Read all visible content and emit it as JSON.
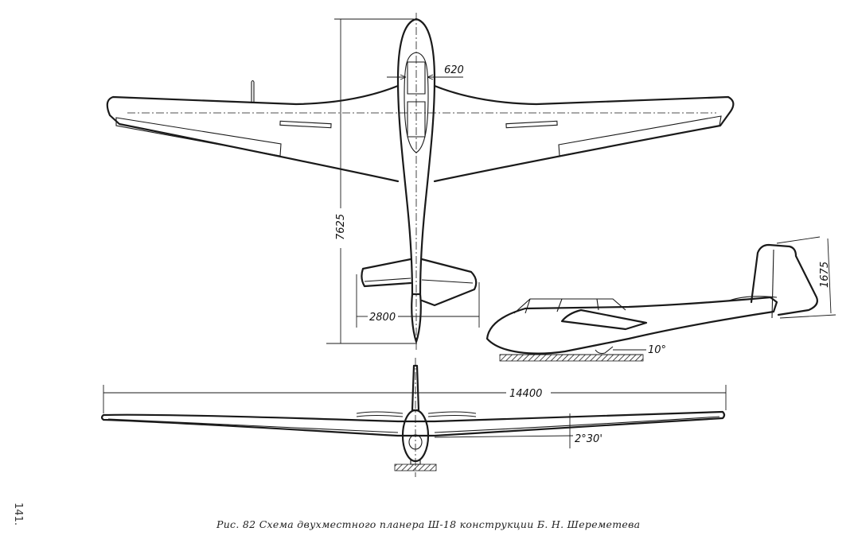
{
  "figure": {
    "caption": "Рис. 82  Схема двухместного планера Ш-18 конструкции Б. Н. Шереметева",
    "page_number": "141."
  },
  "dimensions": {
    "fuselage_width": "620",
    "length": "7625",
    "stabilizer_span": "2800",
    "wing_span": "14400",
    "tail_height": "1675",
    "ground_angle": "10°",
    "dihedral": "2°30'"
  },
  "views": [
    "plan-view",
    "side-view",
    "front-view"
  ]
}
